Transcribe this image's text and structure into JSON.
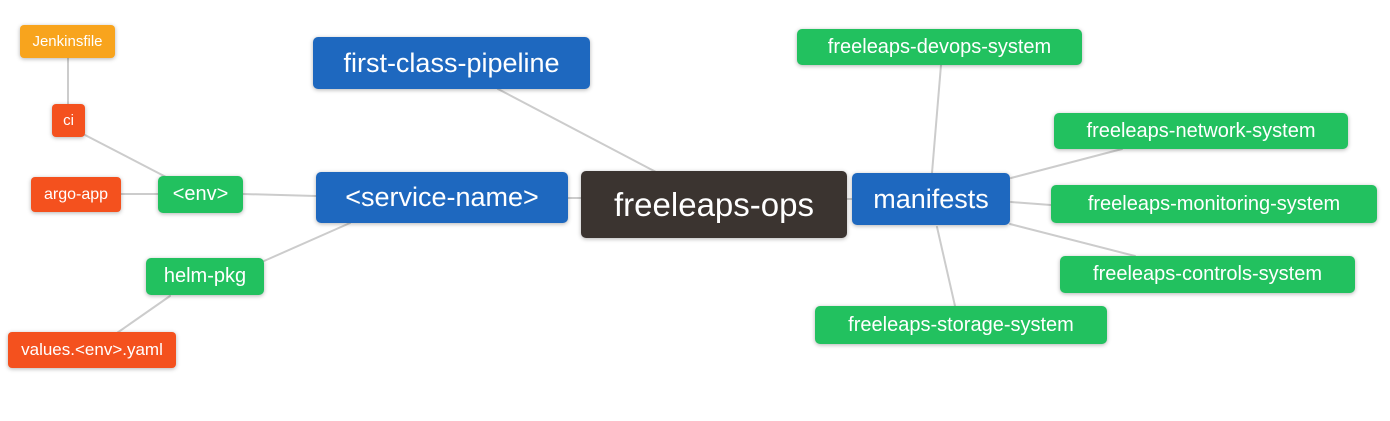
{
  "app": {
    "type": "mindmap",
    "background": "#FFFFFF"
  },
  "colors": {
    "blue": "#1E68BF",
    "green": "#22C15F",
    "red": "#F4511E",
    "orange": "#F8A41D",
    "dark": "#3B3430",
    "edge": "#CCCCCC",
    "text": "#FFFFFF",
    "background": "#FFFFFF"
  },
  "nodes": [
    {
      "id": "jenkinsfile",
      "label": "Jenkinsfile",
      "color": "orange"
    },
    {
      "id": "ci",
      "label": "ci",
      "color": "red"
    },
    {
      "id": "argo-app",
      "label": "argo-app",
      "color": "red"
    },
    {
      "id": "env",
      "label": "<env>",
      "color": "green"
    },
    {
      "id": "helm-pkg",
      "label": "helm-pkg",
      "color": "green"
    },
    {
      "id": "values-env-yaml",
      "label": "values.<env>.yaml",
      "color": "red"
    },
    {
      "id": "first-class-pipeline",
      "label": "first-class-pipeline",
      "color": "blue"
    },
    {
      "id": "service-name",
      "label": "<service-name>",
      "color": "blue"
    },
    {
      "id": "freeleaps-ops",
      "label": "freeleaps-ops",
      "color": "dark"
    },
    {
      "id": "manifests",
      "label": "manifests",
      "color": "blue"
    },
    {
      "id": "freeleaps-devops-system",
      "label": "freeleaps-devops-system",
      "color": "green"
    },
    {
      "id": "freeleaps-network-system",
      "label": "freeleaps-network-system",
      "color": "green"
    },
    {
      "id": "freeleaps-monitoring-system",
      "label": "freeleaps-monitoring-system",
      "color": "green"
    },
    {
      "id": "freeleaps-controls-system",
      "label": "freeleaps-controls-system",
      "color": "green"
    },
    {
      "id": "freeleaps-storage-system",
      "label": "freeleaps-storage-system",
      "color": "green"
    }
  ],
  "edges": [
    {
      "from": "jenkinsfile",
      "to": "ci"
    },
    {
      "from": "ci",
      "to": "env"
    },
    {
      "from": "argo-app",
      "to": "env"
    },
    {
      "from": "env",
      "to": "service-name"
    },
    {
      "from": "service-name",
      "to": "helm-pkg"
    },
    {
      "from": "helm-pkg",
      "to": "values-env-yaml"
    },
    {
      "from": "first-class-pipeline",
      "to": "freeleaps-ops"
    },
    {
      "from": "service-name",
      "to": "freeleaps-ops"
    },
    {
      "from": "freeleaps-ops",
      "to": "manifests"
    },
    {
      "from": "manifests",
      "to": "freeleaps-devops-system"
    },
    {
      "from": "manifests",
      "to": "freeleaps-network-system"
    },
    {
      "from": "manifests",
      "to": "freeleaps-monitoring-system"
    },
    {
      "from": "manifests",
      "to": "freeleaps-controls-system"
    },
    {
      "from": "manifests",
      "to": "freeleaps-storage-system"
    }
  ]
}
